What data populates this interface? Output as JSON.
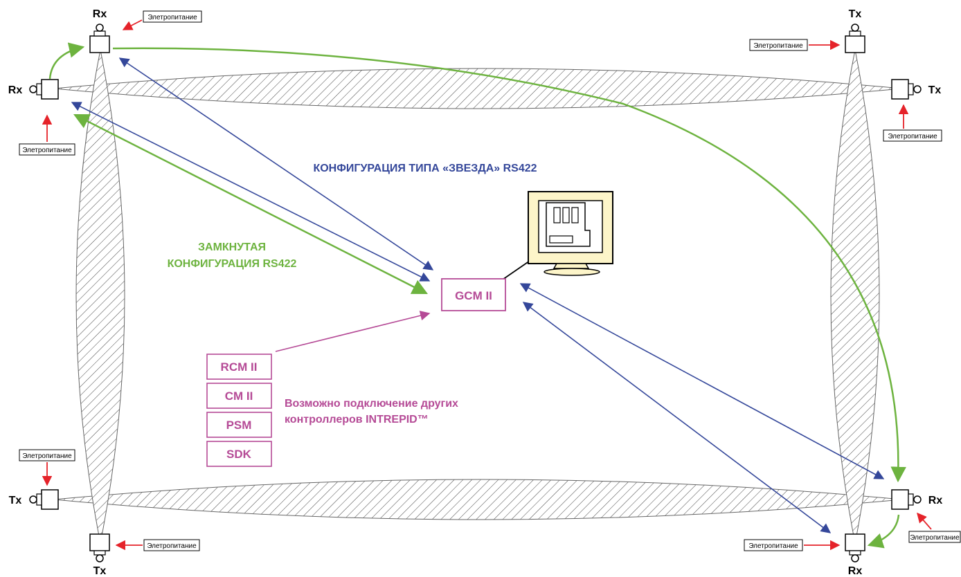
{
  "labels": {
    "power": "Элетропитание",
    "rx": "Rx",
    "tx": "Tx",
    "star_config": "КОНФИГУРАЦИЯ ТИПА «ЗВЕЗДА» RS422",
    "closed_config_line1": "ЗАМКНУТАЯ",
    "closed_config_line2": "КОНФИГУРАЦИЯ RS422",
    "gcm": "GCM II",
    "controllers": [
      "RCM II",
      "CM II",
      "PSM",
      "SDK"
    ],
    "other_controllers_line1": "Возможно подключение других",
    "other_controllers_line2": "контроллеров INTREPID™"
  },
  "colors": {
    "blue": "#34479a",
    "green": "#6db33f",
    "red": "#e5232a",
    "magenta": "#b54a96",
    "hatch": "#444444",
    "monitor_body": "#fdf5c9"
  },
  "icons": {
    "sensor": "sensor-head-icon",
    "monitor": "computer-monitor-icon"
  }
}
